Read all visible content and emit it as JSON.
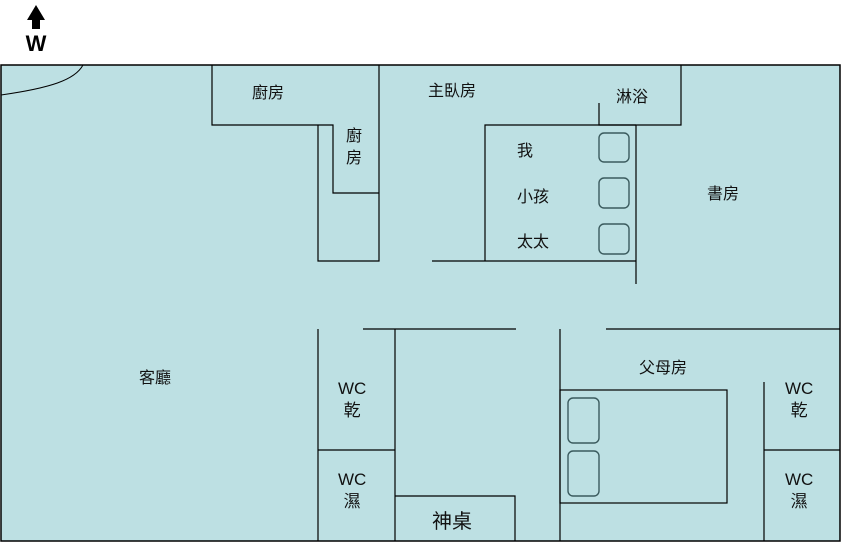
{
  "compass": {
    "direction": "W",
    "icon": "up-arrow-icon"
  },
  "colors": {
    "floor": "#bde0e3",
    "wall": "#000000",
    "bed_outline": "#3b5b5e"
  },
  "rooms": {
    "kitchen_top": "廚房",
    "kitchen_side_1": "廚",
    "kitchen_side_2": "房",
    "master_bedroom": "主臥房",
    "shower": "淋浴",
    "study": "書房",
    "living_room": "客廳",
    "parents_room": "父母房",
    "altar": "神桌"
  },
  "bed_labels": [
    "我",
    "小孩",
    "太太"
  ],
  "wc_left_dry": {
    "line1": "WC",
    "line2": "乾"
  },
  "wc_left_wet": {
    "line1": "WC",
    "line2": "濕"
  },
  "wc_right_dry": {
    "line1": "WC",
    "line2": "乾"
  },
  "wc_right_wet": {
    "line1": "WC",
    "line2": "濕"
  }
}
